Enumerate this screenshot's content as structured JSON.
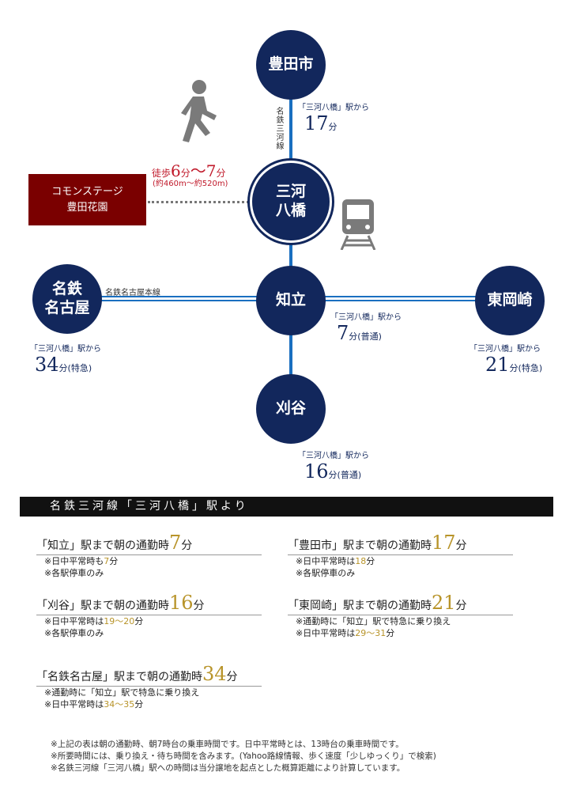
{
  "map": {
    "line_mikawa": "名鉄三河線",
    "line_nagoya": "名鉄名古屋本線",
    "property": [
      "コモンステージ",
      "豊田花園"
    ],
    "walk": {
      "prefix": "徒歩",
      "from": "6",
      "to": "7",
      "unit": "分",
      "tilde": "〜",
      "distance": "(約460m〜約520m)"
    },
    "stations": {
      "toyotashi": {
        "name": [
          "豊田市"
        ],
        "from": "「三河八橋」駅から",
        "minutes": "17",
        "unit": "分",
        "type": ""
      },
      "mikawayatsuhashi": {
        "name": [
          "三河",
          "八橋"
        ]
      },
      "chiryu": {
        "name": [
          "知立"
        ],
        "from": "「三河八橋」駅から",
        "minutes": "7",
        "unit": "分",
        "type": "(普通)"
      },
      "kariya": {
        "name": [
          "刈谷"
        ],
        "from": "「三河八橋」駅から",
        "minutes": "16",
        "unit": "分",
        "type": "(普通)"
      },
      "nagoya": {
        "name": [
          "名鉄",
          "名古屋"
        ],
        "from": "「三河八橋」駅から",
        "minutes": "34",
        "unit": "分",
        "type": "(特急)"
      },
      "higashiokazaki": {
        "name": [
          "東岡崎"
        ],
        "from": "「三河八橋」駅から",
        "minutes": "21",
        "unit": "分",
        "type": "(特急)"
      }
    },
    "icons": {
      "walker": "walking-person-icon",
      "train": "train-icon"
    },
    "colors": {
      "navy": "#12275c",
      "line": "#1a6fc0",
      "property": "#7a0000",
      "walk": "#c0192a",
      "gold": "#b8942a"
    }
  },
  "section_title": "名鉄三河線「三河八橋」駅より",
  "items": [
    {
      "head": "「知立」駅まで朝の通勤時",
      "min": "7",
      "unit": "分",
      "notes": [
        [
          "※日中平常時も",
          "7",
          "分"
        ],
        [
          "※各駅停車のみ",
          "",
          ""
        ]
      ]
    },
    {
      "head": "「豊田市」駅まで朝の通勤時",
      "min": "17",
      "unit": "分",
      "notes": [
        [
          "※日中平常時は",
          "18",
          "分"
        ],
        [
          "※各駅停車のみ",
          "",
          ""
        ]
      ]
    },
    {
      "head": "「刈谷」駅まで朝の通勤時",
      "min": "16",
      "unit": "分",
      "notes": [
        [
          "※日中平常時は",
          "19〜20",
          "分"
        ],
        [
          "※各駅停車のみ",
          "",
          ""
        ]
      ]
    },
    {
      "head": "「東岡崎」駅まで朝の通勤時",
      "min": "21",
      "unit": "分",
      "notes": [
        [
          "※通勤時に「知立」駅で特急に乗り換え",
          "",
          ""
        ],
        [
          "※日中平常時は",
          "29〜31",
          "分"
        ]
      ]
    },
    {
      "head": "「名鉄名古屋」駅まで朝の通勤時",
      "min": "34",
      "unit": "分",
      "notes": [
        [
          "※通勤時に「知立」駅で特急に乗り換え",
          "",
          ""
        ],
        [
          "※日中平常時は",
          "34〜35",
          "分"
        ]
      ]
    }
  ],
  "footnotes": [
    "※上記の表は朝の通勤時、朝7時台の乗車時間です。日中平常時とは、13時台の乗車時間です。",
    "※所要時間には、乗り換え・待ち時間を含みます。(Yahoo路線情報、歩く速度「少しゆっくり」で検索)",
    "※名鉄三河線「三河八橋」駅への時間は当分譲地を起点とした概算距離により計算しています。"
  ]
}
